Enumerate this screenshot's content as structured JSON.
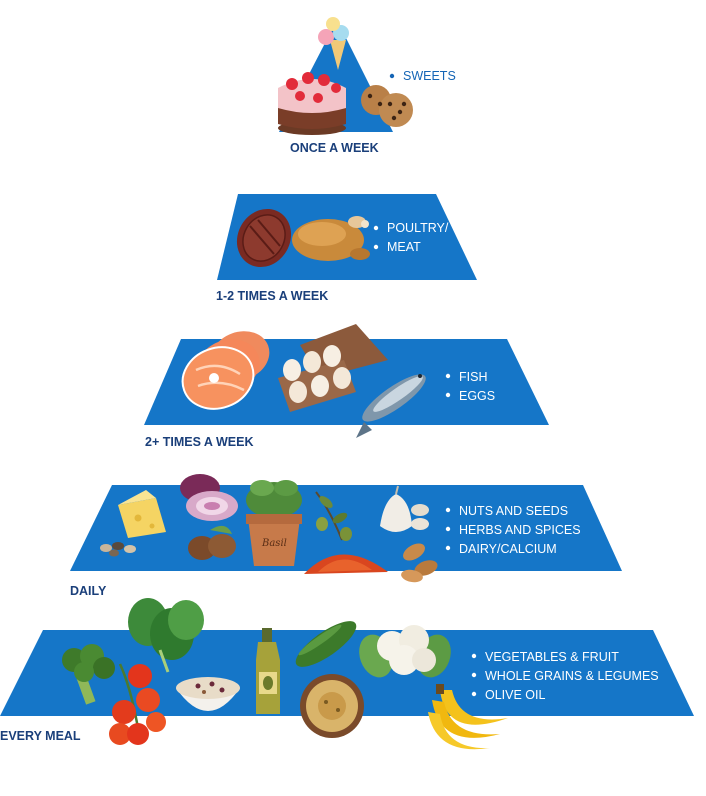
{
  "colors": {
    "tier_blue": "#1576c8",
    "label_navy": "#1a3f7a",
    "text_white": "#ffffff"
  },
  "tiers": [
    {
      "id": "sweets",
      "frequency": "ONCE A WEEK",
      "items": [
        "SWEETS"
      ],
      "icons": [
        "ice-cream-icon",
        "cake-icon",
        "cookies-icon"
      ]
    },
    {
      "id": "poultry-meat",
      "frequency": "1-2 TIMES A WEEK",
      "items": [
        "POULTRY/",
        "MEAT"
      ],
      "icons": [
        "steak-icon",
        "roast-chicken-icon"
      ]
    },
    {
      "id": "fish-eggs",
      "frequency": "2+ TIMES A WEEK",
      "items": [
        "FISH",
        "EGGS"
      ],
      "icons": [
        "salmon-steak-icon",
        "egg-carton-icon",
        "fish-icon"
      ]
    },
    {
      "id": "daily",
      "frequency": "DAILY",
      "items": [
        "NUTS AND SEEDS",
        "HERBS AND SPICES",
        "DAIRY/CALCIUM"
      ],
      "icons": [
        "cheese-icon",
        "seeds-icon",
        "onion-icon",
        "hazelnut-icon",
        "basil-pot-icon",
        "olive-branch-icon",
        "spice-pile-icon",
        "garlic-icon",
        "almonds-icon"
      ],
      "basil_pot_label": "Basil"
    },
    {
      "id": "every-meal",
      "frequency": "EVERY MEAL",
      "items": [
        "VEGETABLES & FRUIT",
        "WHOLE GRAINS & LEGUMES",
        "OLIVE OIL"
      ],
      "icons": [
        "broccoli-icon",
        "spinach-icon",
        "tomato-vine-icon",
        "oatmeal-bowl-icon",
        "olive-oil-bottle-icon",
        "cucumber-icon",
        "hummus-icon",
        "cauliflower-icon",
        "banana-icon"
      ]
    }
  ]
}
